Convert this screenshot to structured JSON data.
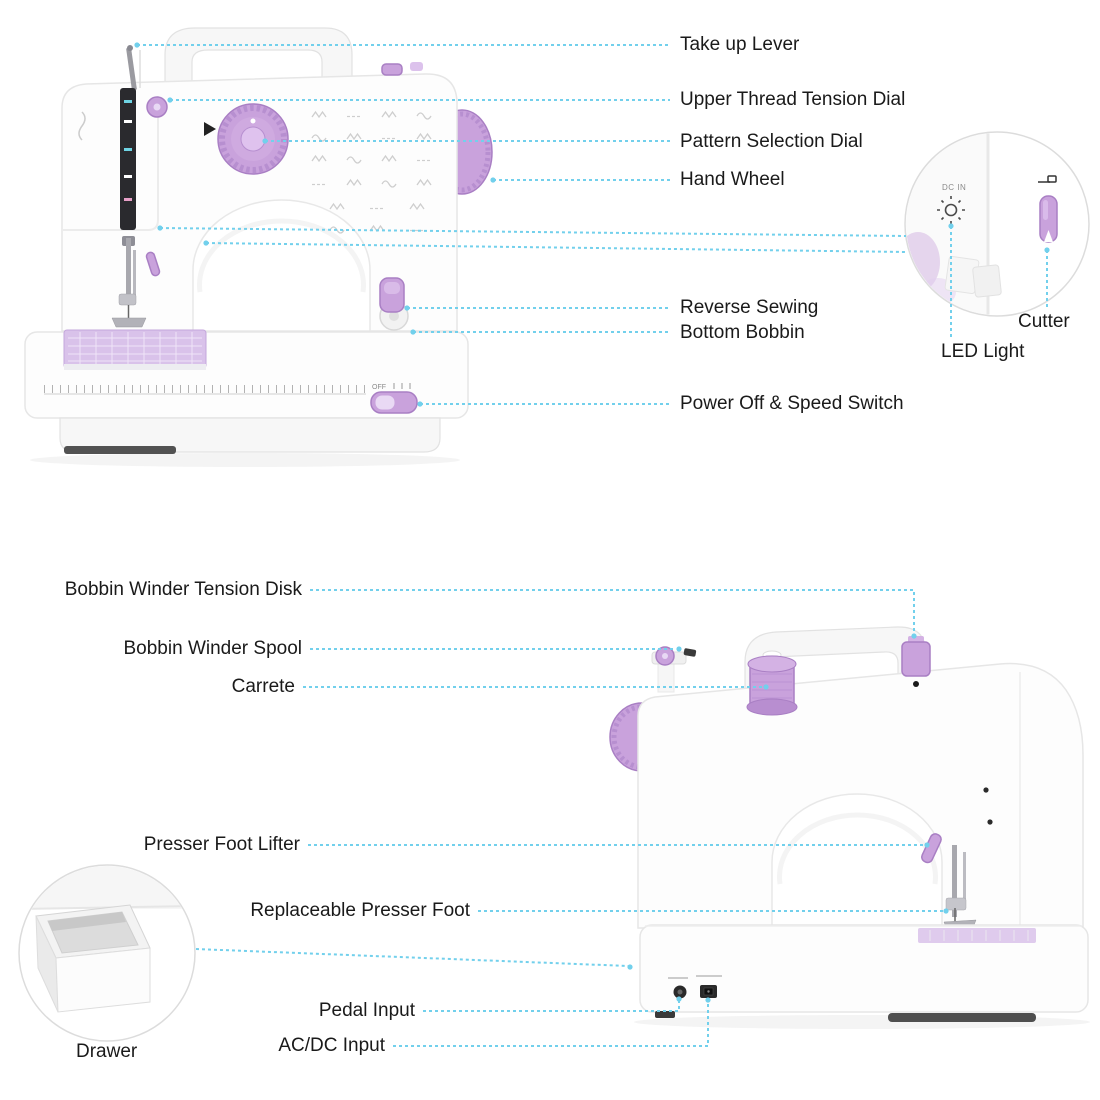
{
  "page": {
    "background": "#ffffff"
  },
  "colors": {
    "accent_purple": "#c9a2dc",
    "accent_purple_dark": "#a97fc4",
    "leader_line_cyan": "#72d0ec",
    "label_text": "#1a1a1a"
  },
  "front_view": {
    "name": "Sewing machine front view",
    "labels": [
      {
        "id": "take-up-lever",
        "text": "Take up Lever"
      },
      {
        "id": "upper-thread-tension-dial",
        "text": "Upper Thread Tension Dial"
      },
      {
        "id": "pattern-selection-dial",
        "text": "Pattern Selection Dial"
      },
      {
        "id": "hand-wheel",
        "text": "Hand Wheel"
      },
      {
        "id": "reverse-sewing",
        "text": "Reverse Sewing"
      },
      {
        "id": "bottom-bobbin",
        "text": "Bottom Bobbin"
      },
      {
        "id": "power-off-speed-switch",
        "text": "Power Off & Speed Switch"
      }
    ],
    "switch_marking": "OFF",
    "detail_circle": {
      "panel_marking": "DC IN",
      "labels": [
        {
          "id": "cutter",
          "text": "Cutter"
        },
        {
          "id": "led-light",
          "text": "LED Light"
        }
      ]
    }
  },
  "back_view": {
    "name": "Sewing machine back view",
    "labels": [
      {
        "id": "bobbin-winder-tension-disk",
        "text": "Bobbin Winder Tension Disk"
      },
      {
        "id": "bobbin-winder-spool",
        "text": "Bobbin Winder Spool"
      },
      {
        "id": "carrete",
        "text": "Carrete"
      },
      {
        "id": "presser-foot-lifter",
        "text": "Presser Foot Lifter"
      },
      {
        "id": "replaceable-presser-foot",
        "text": "Replaceable Presser Foot"
      },
      {
        "id": "pedal-input",
        "text": "Pedal Input"
      },
      {
        "id": "ac-dc-input",
        "text": "AC/DC Input"
      }
    ],
    "detail_circle": {
      "labels": [
        {
          "id": "drawer",
          "text": "Drawer"
        }
      ]
    }
  }
}
